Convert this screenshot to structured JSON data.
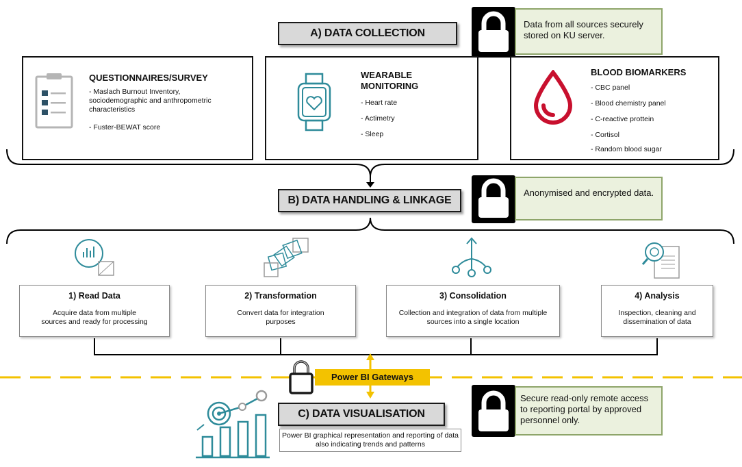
{
  "sections": {
    "collection": {
      "title": "A) DATA COLLECTION",
      "note": "Data from all sources securely stored on KU server."
    },
    "handling": {
      "title": "B) DATA HANDLING & LINKAGE",
      "note": "Anonymised and encrypted data."
    },
    "visualisation": {
      "title": "C) DATA VISUALISATION",
      "note": "Secure read-only remote access to reporting portal by approved personnel only.",
      "description": "Power BI graphical representation and reporting of data also indicating trends and patterns"
    }
  },
  "sources": [
    {
      "title": "QUESTIONNAIRES/SURVEY",
      "items": [
        "- Maslach Burnout Inventory, sociodemographic and anthropometric characteristics",
        "- Fuster-BEWAT score"
      ]
    },
    {
      "title": "WEARABLE MONITORING",
      "items": [
        "- Heart rate",
        "- Actimetry",
        "- Sleep"
      ]
    },
    {
      "title": "BLOOD BIOMARKERS",
      "items": [
        "- CBC panel",
        "- Blood chemistry panel",
        "- C-reactive prottein",
        "- Cortisol",
        "- Random blood sugar"
      ]
    }
  ],
  "steps": [
    {
      "title": "1) Read Data",
      "description": "Acquire data from multiple sources and ready for processing"
    },
    {
      "title": "2) Transformation",
      "description": "Convert data for integration purposes"
    },
    {
      "title": "3) Consolidation",
      "description": "Collection and integration of data from multiple sources into a single location"
    },
    {
      "title": "4) Analysis",
      "description": "Inspection, cleaning and dissemination of data"
    }
  ],
  "gateway": {
    "label": "Power BI Gateways"
  },
  "colors": {
    "teal": "#2e8b9a",
    "navy": "#2d5166",
    "blood": "#c8102e",
    "gold": "#f3c200",
    "note_bg": "#ebf1de"
  },
  "icons": [
    "lock-icon",
    "clipboard-icon",
    "smartwatch-icon",
    "blood-drop-icon",
    "chart-zoom-icon",
    "transform-icon",
    "consolidation-icon",
    "analysis-icon",
    "bar-chart-icon"
  ]
}
